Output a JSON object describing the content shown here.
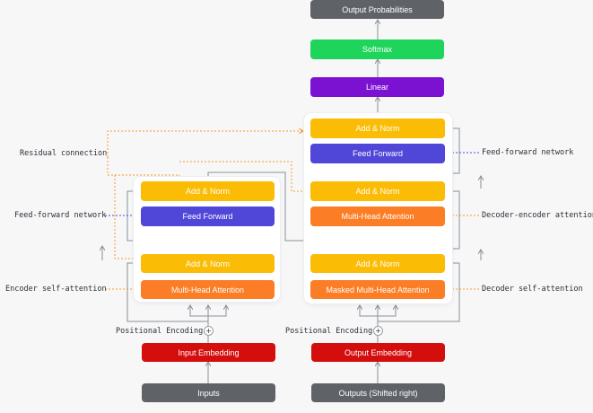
{
  "colors": {
    "add_norm": "#fbbc05",
    "feed_forward": "#5046d8",
    "attention": "#fb7d25",
    "embedding": "#d40d0d",
    "inputs": "#5f6368",
    "linear": "#7b12d2",
    "softmax": "#1ed45b",
    "output": "#5f6368"
  },
  "encoder": {
    "add_norm_top": "Add & Norm",
    "feed_forward": "Feed Forward",
    "add_norm_bottom": "Add & Norm",
    "self_attention": "Multi-Head Attention",
    "positional_encoding": "Positional Encoding",
    "input_embedding": "Input Embedding",
    "inputs": "Inputs"
  },
  "decoder": {
    "add_norm_top": "Add & Norm",
    "feed_forward": "Feed Forward",
    "add_norm_mid": "Add & Norm",
    "cross_attention": "Multi-Head Attention",
    "add_norm_bottom": "Add & Norm",
    "masked_attention": "Masked Multi-Head Attention",
    "positional_encoding": "Positional Encoding",
    "output_embedding": "Output Embedding",
    "outputs": "Outputs (Shifted right)"
  },
  "head": {
    "linear": "Linear",
    "softmax": "Softmax",
    "output_probabilities": "Output Probabilities"
  },
  "annotations": {
    "residual_connection": "Residual connection",
    "feed_forward_network_left": "Feed-forward network",
    "encoder_self_attention": "Encoder self-attention",
    "feed_forward_network_right": "Feed-forward network",
    "decoder_encoder_attention": "Decoder-encoder attention",
    "decoder_self_attention": "Decoder self-attention"
  },
  "plus_symbol": "+"
}
